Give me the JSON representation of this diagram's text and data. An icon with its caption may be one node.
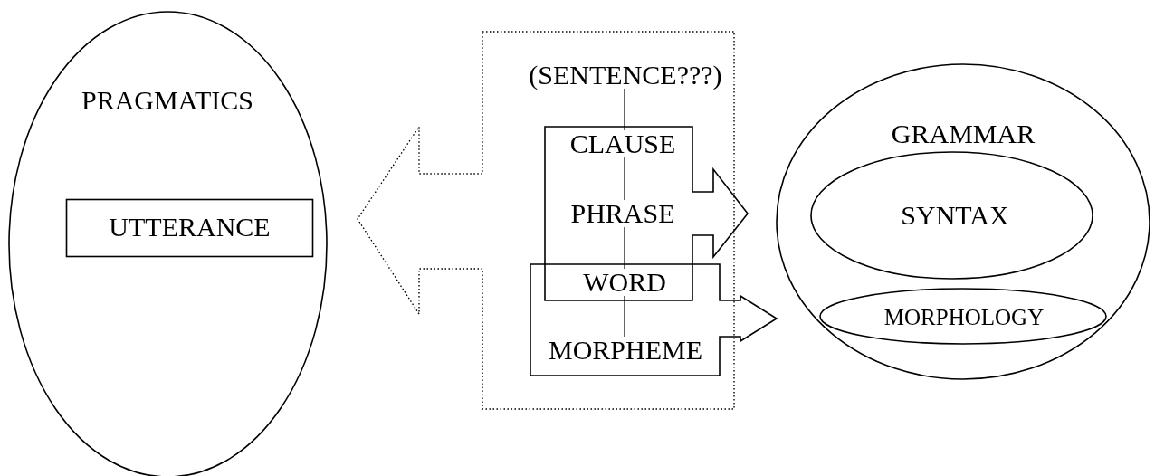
{
  "diagram": {
    "nodes": [
      {
        "text": [
          "PRAGMATICS"
        ]
      },
      {
        "text": [
          "UTTERANCE"
        ],
        "in": 0
      },
      {
        "text": [],
        "shape": "box"
      },
      {
        "text": [
          "(SENTENCE???)"
        ],
        "in": 2
      },
      {
        "text": [],
        "shape": "box"
      },
      {
        "text": [
          "CLAUSE"
        ],
        "in": 4
      },
      {
        "text": [
          "PHRASE"
        ],
        "in": 4
      },
      {
        "text": [
          "WORD"
        ]
      },
      {
        "text": [],
        "shape": "box"
      },
      {
        "text": [
          "MORPHEME"
        ],
        "in": 8
      },
      {
        "text": [
          "GRAMMAR"
        ]
      },
      {
        "text": [
          "SYNTAX"
        ],
        "in": 10
      },
      {
        "text": [
          "MORPHOLOGY"
        ],
        "in": 10
      }
    ],
    "edges": [
      {
        "from": 3,
        "to": 5,
        "arrow": "none"
      },
      {
        "from": 5,
        "to": 6,
        "arrow": "none"
      },
      {
        "from": 6,
        "to": 7,
        "arrow": "none"
      },
      {
        "from": 7,
        "to": 9,
        "arrow": "none"
      }
    ]
  }
}
